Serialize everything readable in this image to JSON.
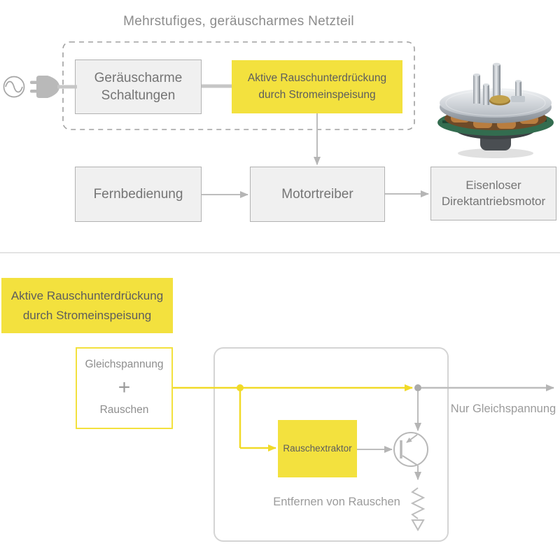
{
  "colors": {
    "accent_yellow_fill": "#f3e13e",
    "accent_yellow_line": "#f1da28",
    "box_fill_gray": "#f0f0f0",
    "box_border_gray": "#b2b2b2",
    "line_gray": "#bdbdbd",
    "text_dark_gray": "#757575",
    "text_light_gray": "#9b9b9b"
  },
  "top_diagram": {
    "title": "Mehrstufiges, geräuscharmes Netzteil",
    "icons": {
      "ac_source": "ac-sine-source",
      "plug": "power-plug",
      "motor_photo": "ironless-direct-drive-motor"
    },
    "quiet_circuits_box": {
      "line1": "Geräuscharme",
      "line2": "Schaltungen"
    },
    "anc_box": {
      "line1": "Aktive Rauschunterdrückung",
      "line2": "durch Stromeinspeisung"
    },
    "remote_box": "Fernbedienung",
    "driver_box": "Motortreiber",
    "motor_box": {
      "line1": "Eisenloser",
      "line2": "Direktantriebsmotor"
    }
  },
  "bottom_diagram": {
    "heading": {
      "line1": "Aktive Rauschunterdrückung",
      "line2": "durch Stromeinspeisung"
    },
    "input_box": {
      "line1": "Gleichspannung",
      "operator": "+",
      "line2": "Rauschen"
    },
    "extractor_box": "Rauschextraktor",
    "process_label": "Entfernen von Rauschen",
    "output_label": "Nur Gleichspannung"
  }
}
